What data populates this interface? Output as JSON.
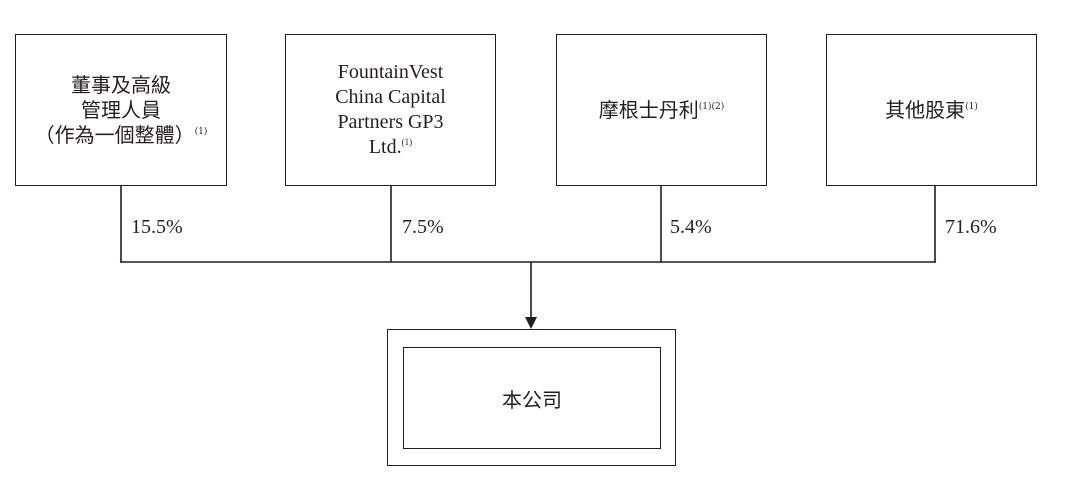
{
  "shareholders": [
    {
      "lines": [
        "董事及高級",
        "管理人員",
        "（作為一個整體）"
      ],
      "note": "(1)",
      "percentage": "15.5%"
    },
    {
      "lines": [
        "FountainVest",
        "China Capital",
        "Partners GP3",
        "Ltd."
      ],
      "note": "(1)",
      "percentage": "7.5%"
    },
    {
      "lines": [
        "摩根士丹利"
      ],
      "note": "(1)(2)",
      "percentage": "5.4%"
    },
    {
      "lines": [
        "其他股東"
      ],
      "note": "(1)",
      "percentage": "71.6%"
    }
  ],
  "company": {
    "label": "本公司"
  }
}
